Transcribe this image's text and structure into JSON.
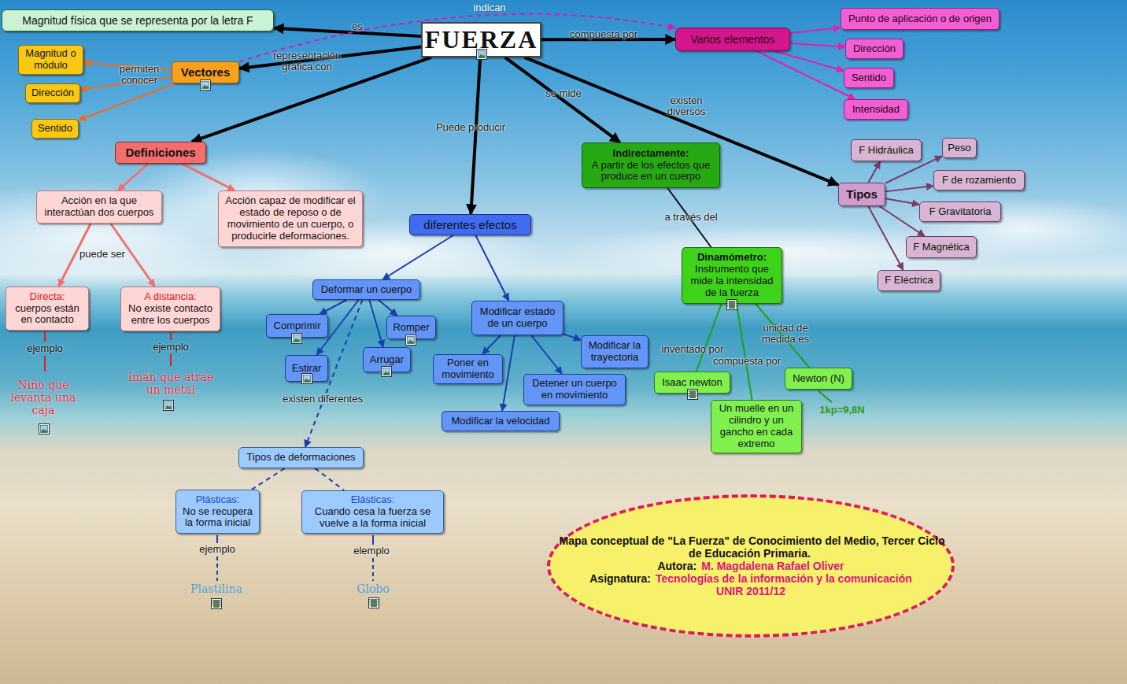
{
  "diagram": {
    "nodes": [
      {
        "text": [
          "Magnitud física que se representa por la letra F"
        ]
      },
      {
        "text": [
          "FUERZA"
        ]
      },
      {
        "text": [
          "Varios elementos"
        ]
      },
      {
        "text": [
          "Punto de aplicación o de origen"
        ]
      },
      {
        "text": [
          "Dirección"
        ]
      },
      {
        "text": [
          "Sentido"
        ]
      },
      {
        "text": [
          "Intensidad"
        ]
      },
      {
        "text": [
          "Vectores"
        ]
      },
      {
        "text": [
          "Magnitud o módulo"
        ]
      },
      {
        "text": [
          "Dirección"
        ]
      },
      {
        "text": [
          "Sentido"
        ]
      },
      {
        "text": [
          "Definiciones"
        ]
      },
      {
        "text": [
          "Acción en la que interactúan dos cuerpos"
        ]
      },
      {
        "text": [
          "Acción capaz de modificar el estado de reposo o de movimiento de un cuerpo, o producirle deformaciones."
        ]
      },
      {
        "text": [
          "Directa:",
          "cuerpos están en contacto"
        ]
      },
      {
        "text": [
          "A distancia:",
          "No existe contacto entre los cuerpos"
        ]
      },
      {
        "text": [
          "diferentes efectos"
        ]
      },
      {
        "text": [
          "Deformar un cuerpo"
        ]
      },
      {
        "text": [
          "Comprimir"
        ]
      },
      {
        "text": [
          "Romper"
        ]
      },
      {
        "text": [
          "Estirar"
        ]
      },
      {
        "text": [
          "Arrugar"
        ]
      },
      {
        "text": [
          "Tipos de deformaciones"
        ]
      },
      {
        "text": [
          "Plásticas:",
          "No se recupera la forma inicial"
        ]
      },
      {
        "text": [
          "Elásticas:",
          "Cuando cesa la fuerza se vuelve a la forma inicial"
        ]
      },
      {
        "text": [
          "Modificar estado de un cuerpo"
        ]
      },
      {
        "text": [
          "Poner en movimiento"
        ]
      },
      {
        "text": [
          "Modificar la trayectoria"
        ]
      },
      {
        "text": [
          "Detener un cuerpo en movimiento"
        ]
      },
      {
        "text": [
          "Modificar la velocidad"
        ]
      },
      {
        "text": [
          "Indirectamente:",
          "A partir de los efectos que produce en un cuerpo"
        ]
      },
      {
        "text": [
          "Dinamómetro:",
          "Instrumento que mide la intensidad de la fuerza"
        ]
      },
      {
        "text": [
          "Isaac newton"
        ]
      },
      {
        "text": [
          "Un muelle en un cilindro y un gancho en cada extremo"
        ]
      },
      {
        "text": [
          "Newton (N)"
        ]
      },
      {
        "text": [
          "Tipos"
        ]
      },
      {
        "text": [
          "F Hidráulica"
        ]
      },
      {
        "text": [
          "Peso"
        ]
      },
      {
        "text": [
          "F de rozamiento"
        ]
      },
      {
        "text": [
          "F Gravitatoria"
        ]
      },
      {
        "text": [
          "F Magnética"
        ]
      },
      {
        "text": [
          "F Eléctrica"
        ]
      },
      {
        "text": [
          "Mapa conceptual de \"La Fuerza\" de Conocimiento del Medio, Tercer Ciclo de Educación Primaria.",
          "Autora:",
          "M. Magdalena Rafael Oliver",
          "Asignatura:",
          "Tecnologías de la información y la comunicación",
          "UNIR 2011/12"
        ]
      }
    ],
    "edges": [
      {
        "from": 1,
        "to": 0,
        "label": "es",
        "arrow": "to"
      },
      {
        "from": 1,
        "to": 2,
        "label": "compuesta por",
        "arrow": "to"
      },
      {
        "from": 2,
        "to": 3,
        "arrow": "to"
      },
      {
        "from": 2,
        "to": 4,
        "arrow": "to"
      },
      {
        "from": 2,
        "to": 5,
        "arrow": "to"
      },
      {
        "from": 2,
        "to": 6,
        "arrow": "to"
      },
      {
        "from": 1,
        "to": 7,
        "label": "representación gráfica con",
        "arrow": "to"
      },
      {
        "from": 7,
        "to": 8,
        "label": "permiten conocer",
        "arrow": "to"
      },
      {
        "from": 7,
        "to": 9,
        "arrow": "to"
      },
      {
        "from": 7,
        "to": 10,
        "arrow": "to"
      },
      {
        "from": 7,
        "to": 2,
        "label": "indican",
        "arrow": "to"
      },
      {
        "from": 1,
        "to": 11,
        "arrow": "to"
      },
      {
        "from": 11,
        "to": 12,
        "arrow": "to"
      },
      {
        "from": 11,
        "to": 13,
        "arrow": "to"
      },
      {
        "from": 12,
        "to": 14,
        "label": "puede ser",
        "arrow": "to"
      },
      {
        "from": 12,
        "to": 15,
        "arrow": "to"
      },
      {
        "from": 1,
        "to": 16,
        "label": "Puede producir",
        "arrow": "to"
      },
      {
        "from": 16,
        "to": 17,
        "arrow": "to"
      },
      {
        "from": 16,
        "to": 25,
        "arrow": "to"
      },
      {
        "from": 17,
        "to": 18,
        "arrow": "to"
      },
      {
        "from": 17,
        "to": 19,
        "arrow": "to"
      },
      {
        "from": 17,
        "to": 20,
        "arrow": "to"
      },
      {
        "from": 17,
        "to": 21,
        "arrow": "to"
      },
      {
        "from": 17,
        "to": 22,
        "label": "existen diferentes",
        "arrow": "to"
      },
      {
        "from": 22,
        "to": 23,
        "arrow": "none"
      },
      {
        "from": 22,
        "to": 24,
        "arrow": "none"
      },
      {
        "from": 25,
        "to": 26,
        "arrow": "to"
      },
      {
        "from": 25,
        "to": 27,
        "arrow": "to"
      },
      {
        "from": 25,
        "to": 28,
        "arrow": "to"
      },
      {
        "from": 25,
        "to": 29,
        "arrow": "to"
      },
      {
        "from": 1,
        "to": 30,
        "label": "se mide",
        "arrow": "to"
      },
      {
        "from": 30,
        "to": 31,
        "label": "a través del",
        "arrow": "none"
      },
      {
        "from": 31,
        "to": 32,
        "label": "inventado por",
        "arrow": "none"
      },
      {
        "from": 31,
        "to": 33,
        "label": "compuesta por",
        "arrow": "none"
      },
      {
        "from": 31,
        "to": 34,
        "label": "unidad de medida es",
        "arrow": "none"
      },
      {
        "from": 1,
        "to": 35,
        "label": "existen diversos",
        "arrow": "to"
      },
      {
        "from": 35,
        "to": 36,
        "arrow": "to"
      },
      {
        "from": 35,
        "to": 37,
        "arrow": "to"
      },
      {
        "from": 35,
        "to": 38,
        "arrow": "to"
      },
      {
        "from": 35,
        "to": 39,
        "arrow": "to"
      },
      {
        "from": 35,
        "to": 40,
        "arrow": "to"
      },
      {
        "from": 35,
        "to": 41,
        "arrow": "to"
      }
    ],
    "labels": [
      "ejemplo",
      "Niño que levanta una caja",
      "ejemplo",
      "Imán que atrae un metal",
      "ejemplo",
      "Plastilina",
      "elemplo",
      "Globo",
      "1kp=9,8N"
    ]
  }
}
